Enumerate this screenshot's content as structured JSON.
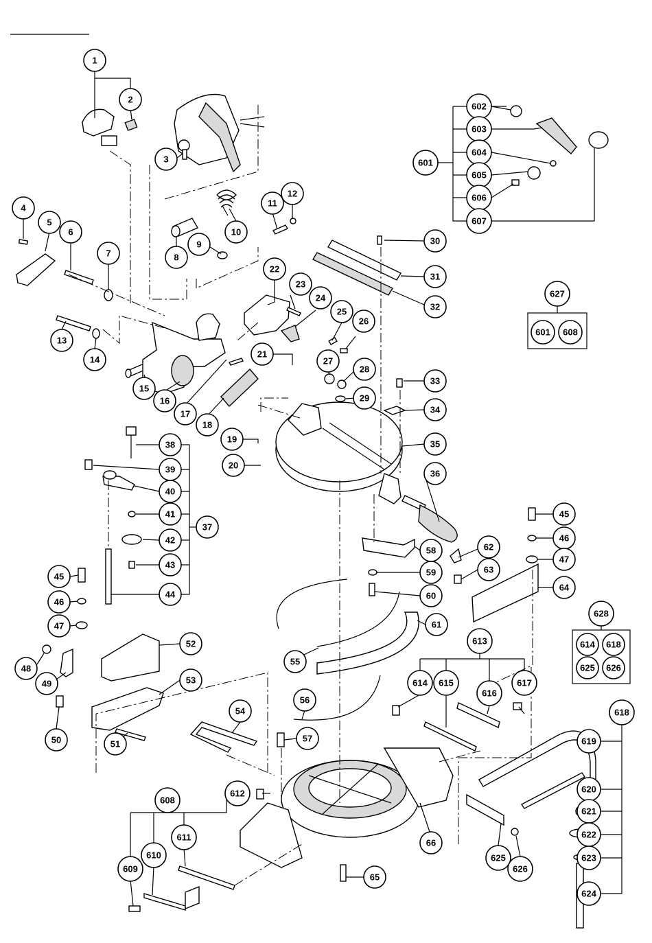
{
  "bubbles": [
    {
      "label": "1"
    },
    {
      "label": "2"
    },
    {
      "label": "3"
    },
    {
      "label": "4"
    },
    {
      "label": "5"
    },
    {
      "label": "6"
    },
    {
      "label": "7"
    },
    {
      "label": "8"
    },
    {
      "label": "9"
    },
    {
      "label": "10"
    },
    {
      "label": "11"
    },
    {
      "label": "12"
    },
    {
      "label": "13"
    },
    {
      "label": "14"
    },
    {
      "label": "15"
    },
    {
      "label": "16"
    },
    {
      "label": "17"
    },
    {
      "label": "18"
    },
    {
      "label": "19"
    },
    {
      "label": "20"
    },
    {
      "label": "21"
    },
    {
      "label": "22"
    },
    {
      "label": "23"
    },
    {
      "label": "24"
    },
    {
      "label": "25"
    },
    {
      "label": "26"
    },
    {
      "label": "27"
    },
    {
      "label": "28"
    },
    {
      "label": "29"
    },
    {
      "label": "30"
    },
    {
      "label": "31"
    },
    {
      "label": "32"
    },
    {
      "label": "33"
    },
    {
      "label": "34"
    },
    {
      "label": "35"
    },
    {
      "label": "36"
    },
    {
      "label": "37"
    },
    {
      "label": "38"
    },
    {
      "label": "39"
    },
    {
      "label": "40"
    },
    {
      "label": "41"
    },
    {
      "label": "42"
    },
    {
      "label": "43"
    },
    {
      "label": "44"
    },
    {
      "label": "45"
    },
    {
      "label": "46"
    },
    {
      "label": "47"
    },
    {
      "label": "45"
    },
    {
      "label": "46"
    },
    {
      "label": "47"
    },
    {
      "label": "48"
    },
    {
      "label": "49"
    },
    {
      "label": "50"
    },
    {
      "label": "51"
    },
    {
      "label": "52"
    },
    {
      "label": "53"
    },
    {
      "label": "54"
    },
    {
      "label": "55"
    },
    {
      "label": "56"
    },
    {
      "label": "57"
    },
    {
      "label": "58"
    },
    {
      "label": "59"
    },
    {
      "label": "60"
    },
    {
      "label": "61"
    },
    {
      "label": "62"
    },
    {
      "label": "63"
    },
    {
      "label": "64"
    },
    {
      "label": "65"
    },
    {
      "label": "66"
    },
    {
      "label": "601"
    },
    {
      "label": "602"
    },
    {
      "label": "603"
    },
    {
      "label": "604"
    },
    {
      "label": "605"
    },
    {
      "label": "606"
    },
    {
      "label": "607"
    },
    {
      "label": "608"
    },
    {
      "label": "609"
    },
    {
      "label": "610"
    },
    {
      "label": "611"
    },
    {
      "label": "612"
    },
    {
      "label": "613"
    },
    {
      "label": "614"
    },
    {
      "label": "615"
    },
    {
      "label": "616"
    },
    {
      "label": "617"
    },
    {
      "label": "618"
    },
    {
      "label": "619"
    },
    {
      "label": "620"
    },
    {
      "label": "621"
    },
    {
      "label": "622"
    },
    {
      "label": "623"
    },
    {
      "label": "624"
    },
    {
      "label": "625"
    },
    {
      "label": "626"
    },
    {
      "label": "627"
    },
    {
      "label": "628"
    }
  ],
  "kits": [
    {
      "label": "627",
      "contents": [
        "601",
        "608"
      ]
    },
    {
      "label": "628",
      "contents": [
        "614",
        "618",
        "625",
        "626"
      ]
    }
  ]
}
